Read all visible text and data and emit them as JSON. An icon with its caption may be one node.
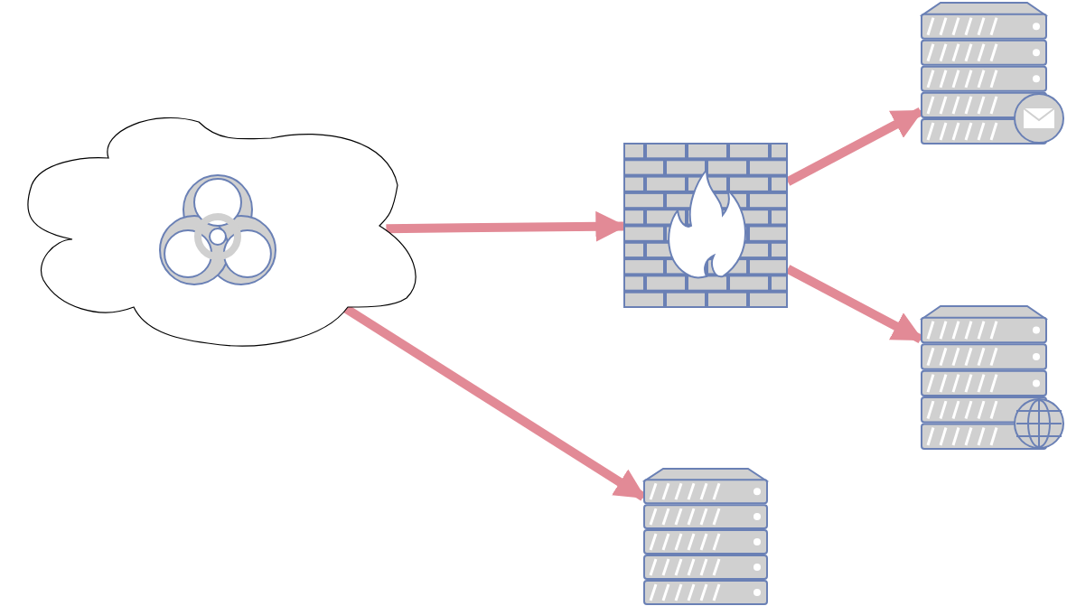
{
  "diagram": {
    "nodes": [
      {
        "text": [],
        "shape": "cloud"
      },
      {
        "text": [],
        "shape": "picture",
        "in": 0
      },
      {
        "text": [],
        "shape": "picture"
      },
      {
        "text": [],
        "shape": "picture"
      },
      {
        "text": [],
        "shape": "picture"
      },
      {
        "text": [],
        "shape": "picture"
      }
    ],
    "edges": [
      {
        "from": 0,
        "to": 2,
        "arrow": "to"
      },
      {
        "from": 2,
        "to": 3,
        "arrow": "to"
      },
      {
        "from": 2,
        "to": 4,
        "arrow": "to"
      },
      {
        "from": 0,
        "to": 5,
        "arrow": "to"
      }
    ]
  }
}
